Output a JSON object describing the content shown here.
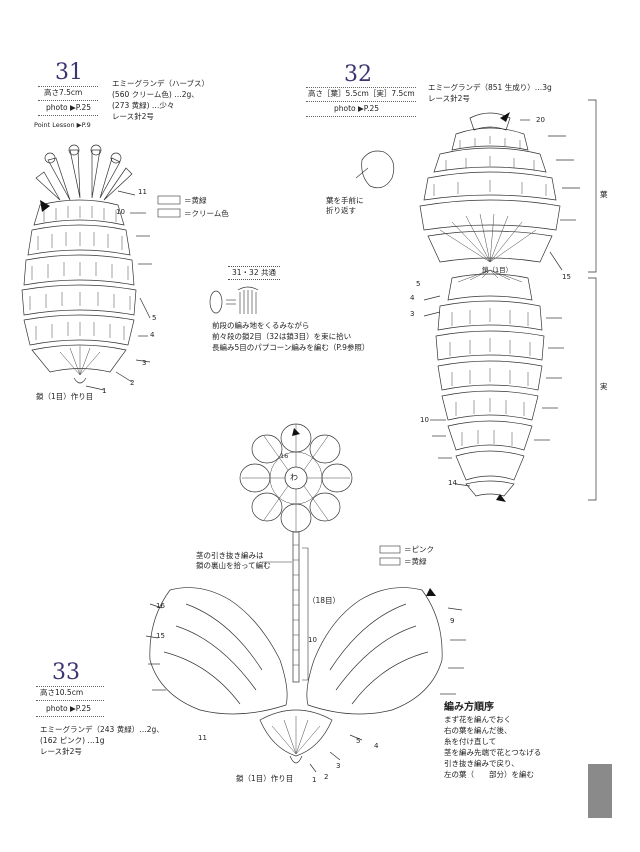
{
  "p31": {
    "number": "31",
    "size": "高さ7.5cm",
    "photo": "photo ▶P.25",
    "point_lesson": "Point Lesson ▶P.9",
    "materials": [
      "エミーグランデ（ハーブス）",
      "(560 クリーム色) …2g、",
      "(273 黄緑) …少々",
      "レース針2号"
    ],
    "legend": [
      "＝黄緑",
      "＝クリーム色"
    ],
    "base_label": "鎖（1目）作り目",
    "round_labels": [
      "11",
      "10",
      "5",
      "4",
      "3",
      "2",
      "1"
    ]
  },
  "p32": {
    "number": "32",
    "size": "高さ［葉］5.5cm［実］7.5cm",
    "photo": "photo ▶P.25",
    "materials": [
      "エミーグランデ（851 生成り）…3g",
      "レース針2号"
    ],
    "note": [
      "葉を手前に",
      "折り返す"
    ],
    "leaf_label": "葉",
    "fruit_label": "実",
    "chain_label": "鎖（1目）",
    "round_labels": [
      "20",
      "15",
      "5",
      "4",
      "3",
      "10",
      "14"
    ]
  },
  "common": {
    "header": "31・32 共通",
    "text": [
      "前段の編み地をくるみながら",
      "前々段の鎖2目（32は鎖3目）を束に拾い",
      "長編み5目のパプコーン編みを編む（P.9参照）"
    ]
  },
  "p33": {
    "number": "33",
    "size": "高さ10.5cm",
    "photo": "photo ▶P.25",
    "materials": [
      "エミーグランデ（243 黄緑）…2g、",
      "(162 ピンク) …1g",
      "レース針2号"
    ],
    "stem_note": [
      "茎の引き抜き編みは",
      "鎖の裏山を拾って編む"
    ],
    "legend": [
      "＝ピンク",
      "＝黄緑"
    ],
    "stem_count": "（18目）",
    "base_label": "鎖（1目）作り目",
    "center": "わ",
    "flower_num": "16",
    "round_labels": [
      "16",
      "15",
      "11",
      "9",
      "10",
      "5",
      "4",
      "3",
      "2",
      "1"
    ],
    "order_title": "編み方順序",
    "order": [
      "まず花を編んでおく",
      "右の葉を編んだ後、",
      "糸を付け直して",
      "茎を編み先端で花とつなげる",
      "引き抜き編みで戻り、",
      "左の葉（　　部分）を編む"
    ]
  }
}
